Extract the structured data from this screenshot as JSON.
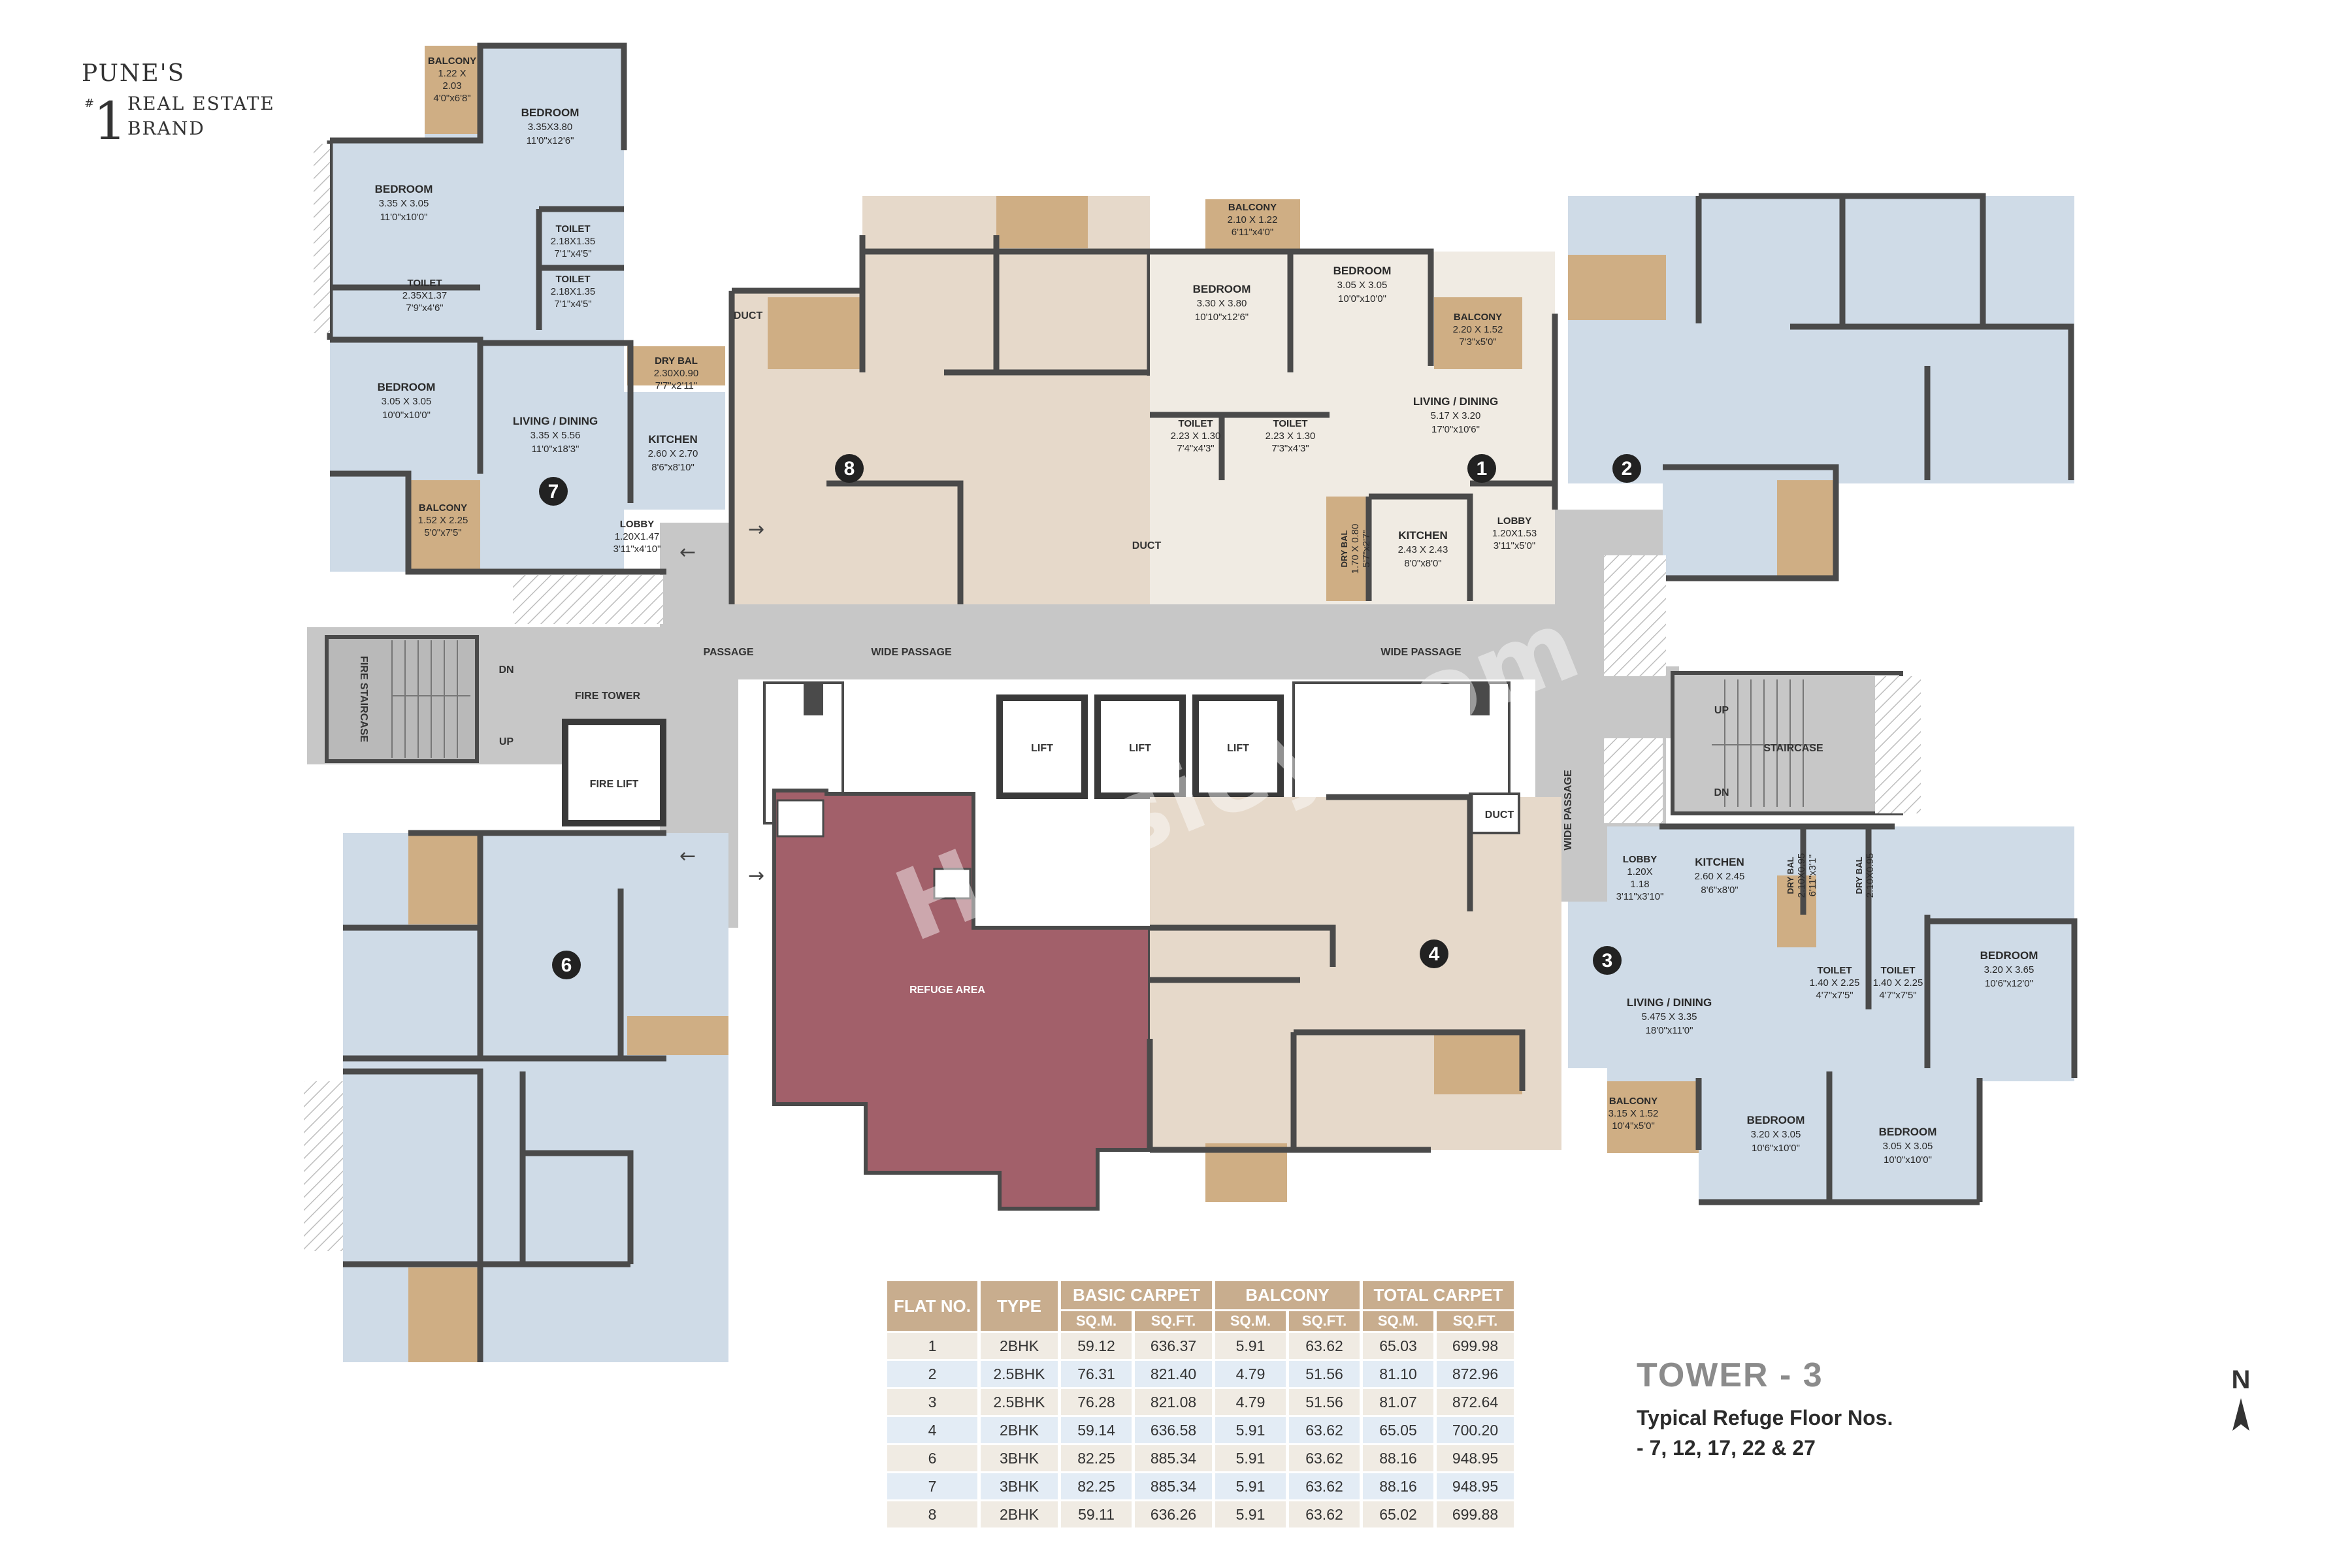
{
  "brand": {
    "line1": "PUNE'S",
    "number": "1",
    "sup": "#",
    "line2": "REAL ESTATE",
    "line3": "BRAND"
  },
  "title": "TOWER - 3",
  "subtitle_line1": "Typical Refuge Floor Nos.",
  "subtitle_line2": "- 7, 12, 17, 22 & 27",
  "north": "N",
  "watermark": "Housiey.com",
  "colors": {
    "flat_beige": "#e6d9ca",
    "flat_blue": "#cfdbe7",
    "flat_cream": "#f0ebe3",
    "refuge": "#a2606a",
    "passage": "#c7c7c7",
    "balcony": "#cfae84",
    "wall": "#4a4a4a",
    "table_header": "#c8ad8e"
  },
  "flat_numbers": [
    "1",
    "2",
    "3",
    "4",
    "6",
    "7",
    "8"
  ],
  "labels": {
    "f7_balcony": [
      "BALCONY",
      "1.22 X",
      "2.03",
      "4'0\"x6'8\""
    ],
    "f7_bed1": [
      "BEDROOM",
      "3.35X3.80",
      "11'0\"x12'6\""
    ],
    "f7_bed2": [
      "BEDROOM",
      "3.35 X 3.05",
      "11'0\"x10'0\""
    ],
    "f7_toilet1": [
      "TOILET",
      "2.18X1.35",
      "7'1\"x4'5\""
    ],
    "f7_toilet2": [
      "TOILET",
      "2.18X1.35",
      "7'1\"x4'5\""
    ],
    "f7_toilet3": [
      "TOILET",
      "2.35X1.37",
      "7'9\"x4'6\""
    ],
    "f7_bed3": [
      "BEDROOM",
      "3.05 X 3.05",
      "10'0\"x10'0\""
    ],
    "f7_living": [
      "LIVING / DINING",
      "3.35 X 5.56",
      "11'0\"x18'3\""
    ],
    "f7_drybal": [
      "DRY BAL",
      "2.30X0.90",
      "7'7\"x2'11\""
    ],
    "f7_kitchen": [
      "KITCHEN",
      "2.60 X 2.70",
      "8'6\"x8'10\""
    ],
    "f7_balcony2": [
      "BALCONY",
      "1.52 X 2.25",
      "5'0\"x7'5\""
    ],
    "f7_lobby": [
      "LOBBY",
      "1.20X1.47",
      "3'11\"x4'10\""
    ],
    "f1_balcony": [
      "BALCONY",
      "2.10 X 1.22",
      "6'11\"x4'0\""
    ],
    "f1_bed1": [
      "BEDROOM",
      "3.30 X 3.80",
      "10'10\"x12'6\""
    ],
    "f1_bed2": [
      "BEDROOM",
      "3.05 X 3.05",
      "10'0\"x10'0\""
    ],
    "f1_balcony2": [
      "BALCONY",
      "2.20 X 1.52",
      "7'3\"x5'0\""
    ],
    "f1_toilet1": [
      "TOILET",
      "2.23 X 1.30",
      "7'4\"x4'3\""
    ],
    "f1_toilet2": [
      "TOILET",
      "2.23 X 1.30",
      "7'3\"x4'3\""
    ],
    "f1_living": [
      "LIVING / DINING",
      "5.17 X 3.20",
      "17'0\"x10'6\""
    ],
    "f1_lobby": [
      "LOBBY",
      "1.20X1.53",
      "3'11\"x5'0\""
    ],
    "f1_kitchen": [
      "KITCHEN",
      "2.43 X 2.43",
      "8'0\"x8'0\""
    ],
    "f1_drybal": [
      "DRY BAL",
      "1.70 X 0.80",
      "5'7\"x2'7\""
    ],
    "f3_lobby": [
      "LOBBY",
      "1.20X",
      "1.18",
      "3'11\"x3'10\""
    ],
    "f3_kitchen": [
      "KITCHEN",
      "2.60 X 2.45",
      "8'6\"x8'0\""
    ],
    "f3_drybal1": [
      "DRY BAL",
      "2.10X0.95",
      "6'11\"x3'1\""
    ],
    "f3_drybal2": [
      "DRY BAL",
      "2.10X0.95"
    ],
    "f3_bed1": [
      "BEDROOM",
      "3.20 X 3.65",
      "10'6\"x12'0\""
    ],
    "f3_toilet1": [
      "TOILET",
      "1.40 X 2.25",
      "4'7\"x7'5\""
    ],
    "f3_toilet2": [
      "TOILET",
      "1.40 X 2.25",
      "4'7\"x7'5\""
    ],
    "f3_living": [
      "LIVING / DINING",
      "5.475 X 3.35",
      "18'0\"x11'0\""
    ],
    "f3_balcony": [
      "BALCONY",
      "3.15 X 1.52",
      "10'4\"x5'0\""
    ],
    "f3_bed2": [
      "BEDROOM",
      "3.20 X 3.05",
      "10'6\"x10'0\""
    ],
    "f3_bed3": [
      "BEDROOM",
      "3.05 X 3.05",
      "10'0\"x10'0\""
    ]
  },
  "common": {
    "duct": "DUCT",
    "passage": "PASSAGE",
    "wide_passage": "WIDE PASSAGE",
    "fire_tower": "FIRE TOWER",
    "fire_staircase": "FIRE STAIRCASE",
    "dn": "DN",
    "up": "UP",
    "fire_lift": "FIRE LIFT",
    "lift": "LIFT",
    "refuge_area": "REFUGE AREA",
    "staircase": "STAIRCASE"
  },
  "table": {
    "headers": {
      "flat_no": "FLAT NO.",
      "type": "TYPE",
      "basic_carpet": "BASIC CARPET",
      "balcony": "BALCONY",
      "total_carpet": "TOTAL CARPET",
      "sqm": "SQ.M.",
      "sqft": "SQ.FT."
    },
    "rows": [
      [
        "1",
        "2BHK",
        "59.12",
        "636.37",
        "5.91",
        "63.62",
        "65.03",
        "699.98"
      ],
      [
        "2",
        "2.5BHK",
        "76.31",
        "821.40",
        "4.79",
        "51.56",
        "81.10",
        "872.96"
      ],
      [
        "3",
        "2.5BHK",
        "76.28",
        "821.08",
        "4.79",
        "51.56",
        "81.07",
        "872.64"
      ],
      [
        "4",
        "2BHK",
        "59.14",
        "636.58",
        "5.91",
        "63.62",
        "65.05",
        "700.20"
      ],
      [
        "6",
        "3BHK",
        "82.25",
        "885.34",
        "5.91",
        "63.62",
        "88.16",
        "948.95"
      ],
      [
        "7",
        "3BHK",
        "82.25",
        "885.34",
        "5.91",
        "63.62",
        "88.16",
        "948.95"
      ],
      [
        "8",
        "2BHK",
        "59.11",
        "636.26",
        "5.91",
        "63.62",
        "65.02",
        "699.88"
      ]
    ]
  }
}
